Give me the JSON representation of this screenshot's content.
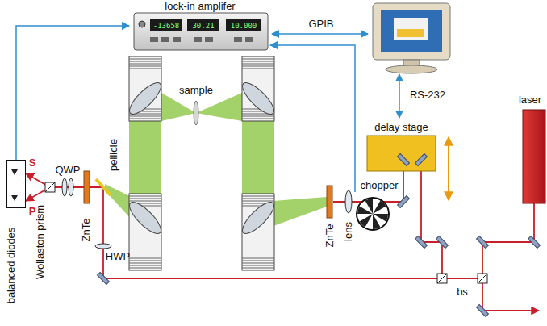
{
  "diagram": {
    "nodes": [
      {
        "text": [
          "lock-in amplifer"
        ]
      },
      {
        "text": [
          "delay stage"
        ]
      },
      {
        "text": [
          "laser"
        ]
      },
      {
        "text": [
          "balanced diodes"
        ]
      }
    ],
    "edges": [
      {
        "from": 3,
        "to": 0,
        "arrow": "to"
      }
    ],
    "labels": [
      "-13658",
      "30.21",
      "10.000",
      "GPIB",
      "RS-232",
      "sample",
      "chopper",
      "lens",
      "ZnTe",
      "ZnTe",
      "pellicle",
      "QWP",
      "HWP",
      "Wollaston prism",
      "S",
      "P",
      "bs"
    ]
  }
}
